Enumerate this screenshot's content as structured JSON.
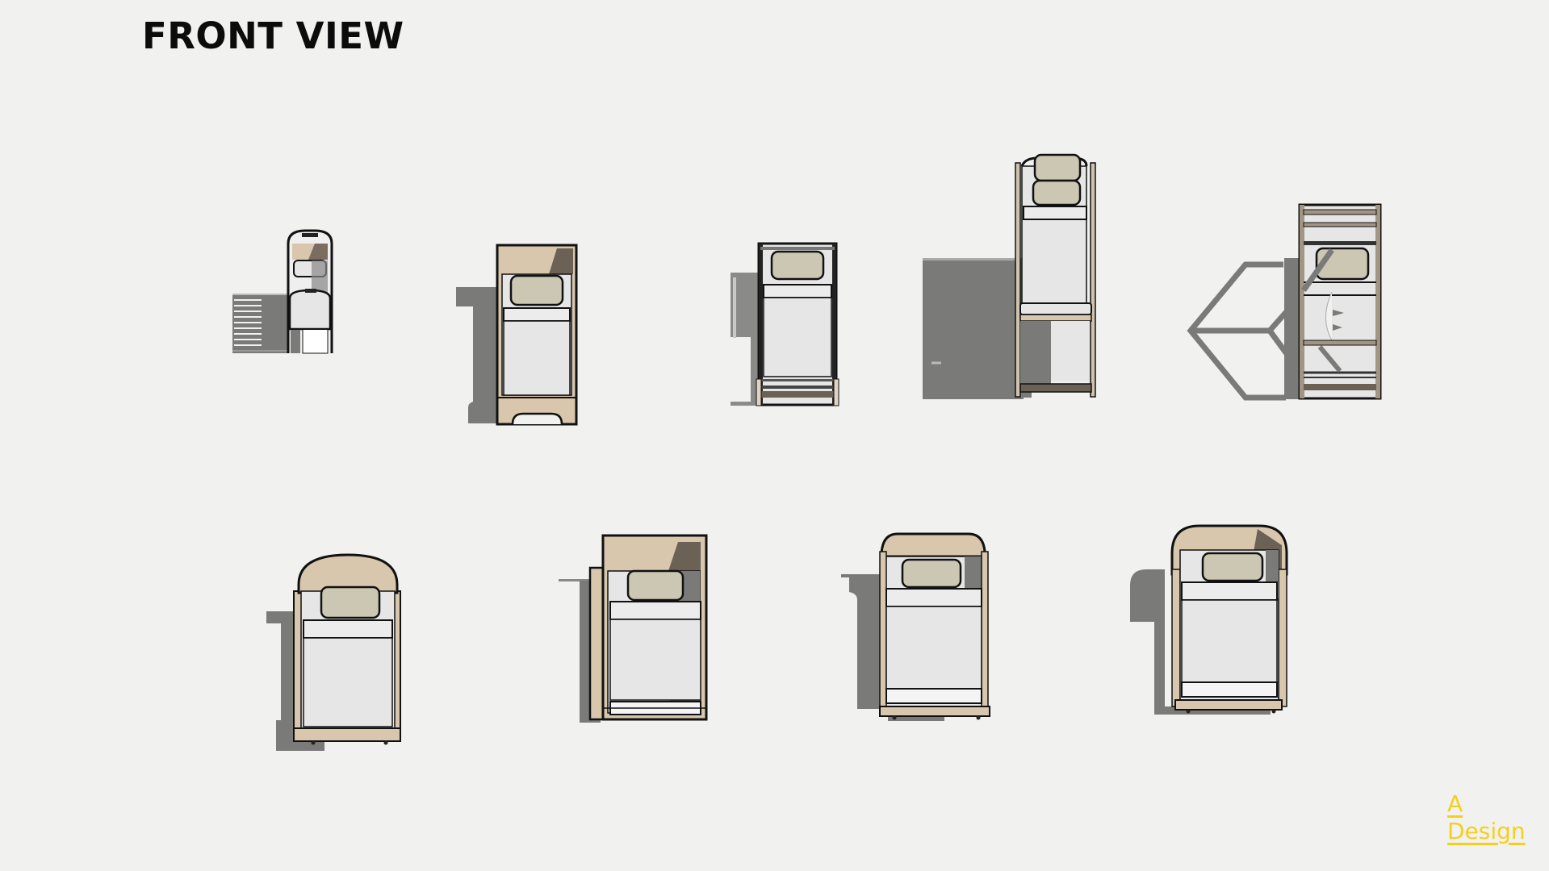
{
  "page": {
    "title": "FRONT VIEW"
  },
  "logo": {
    "line1": "A",
    "line2": "Design",
    "color": "#f6cf1c"
  },
  "colors": {
    "background": "#f1f1ef",
    "wood": "#d8c6ad",
    "pillow": "#cbc7b3",
    "mattress": "#e6e6e6",
    "shadow": "#7a7a78",
    "outline": "#111111"
  },
  "beds": [
    {
      "id": "bed-1",
      "row": 1,
      "type": "loft-bed-with-ladder"
    },
    {
      "id": "bed-2",
      "row": 1,
      "type": "box-frame-single"
    },
    {
      "id": "bed-3",
      "row": 1,
      "type": "rail-frame-single"
    },
    {
      "id": "bed-4",
      "row": 1,
      "type": "tall-bunk-bed"
    },
    {
      "id": "bed-5",
      "row": 1,
      "type": "bunk-bed-with-canopy-shadow"
    },
    {
      "id": "bed-6",
      "row": 2,
      "type": "arched-headboard-single"
    },
    {
      "id": "bed-7",
      "row": 2,
      "type": "box-canopy-single"
    },
    {
      "id": "bed-8",
      "row": 2,
      "type": "rounded-headboard-single"
    },
    {
      "id": "bed-9",
      "row": 2,
      "type": "wraparound-headboard-single"
    }
  ]
}
